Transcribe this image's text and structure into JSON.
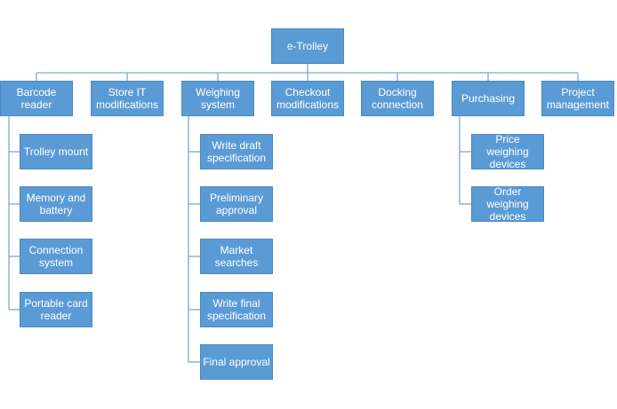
{
  "colors": {
    "box_fill": "#5b9bd5",
    "box_border": "#4a89c4",
    "connector": "#7ea6d6",
    "text": "#ffffff"
  },
  "root": {
    "label": "e-Trolley"
  },
  "branches": [
    {
      "label": "Barcode\nreader",
      "children": [
        "Trolley mount",
        "Memory and\nbattery",
        "Connection\nsystem",
        "Portable card\nreader"
      ]
    },
    {
      "label": "Store IT\nmodifications",
      "children": []
    },
    {
      "label": "Weighing\nsystem",
      "children": [
        "Write draft\nspecification",
        "Preliminary\napproval",
        "Market\nsearches",
        "Write final\nspecification",
        "Final approval"
      ]
    },
    {
      "label": "Checkout\nmodifications",
      "children": []
    },
    {
      "label": "Docking\nconnection",
      "children": []
    },
    {
      "label": "Purchasing",
      "children": [
        "Price weighing\ndevices",
        "Order weighing\ndevices"
      ]
    },
    {
      "label": "Project\nmanagement",
      "children": []
    }
  ]
}
